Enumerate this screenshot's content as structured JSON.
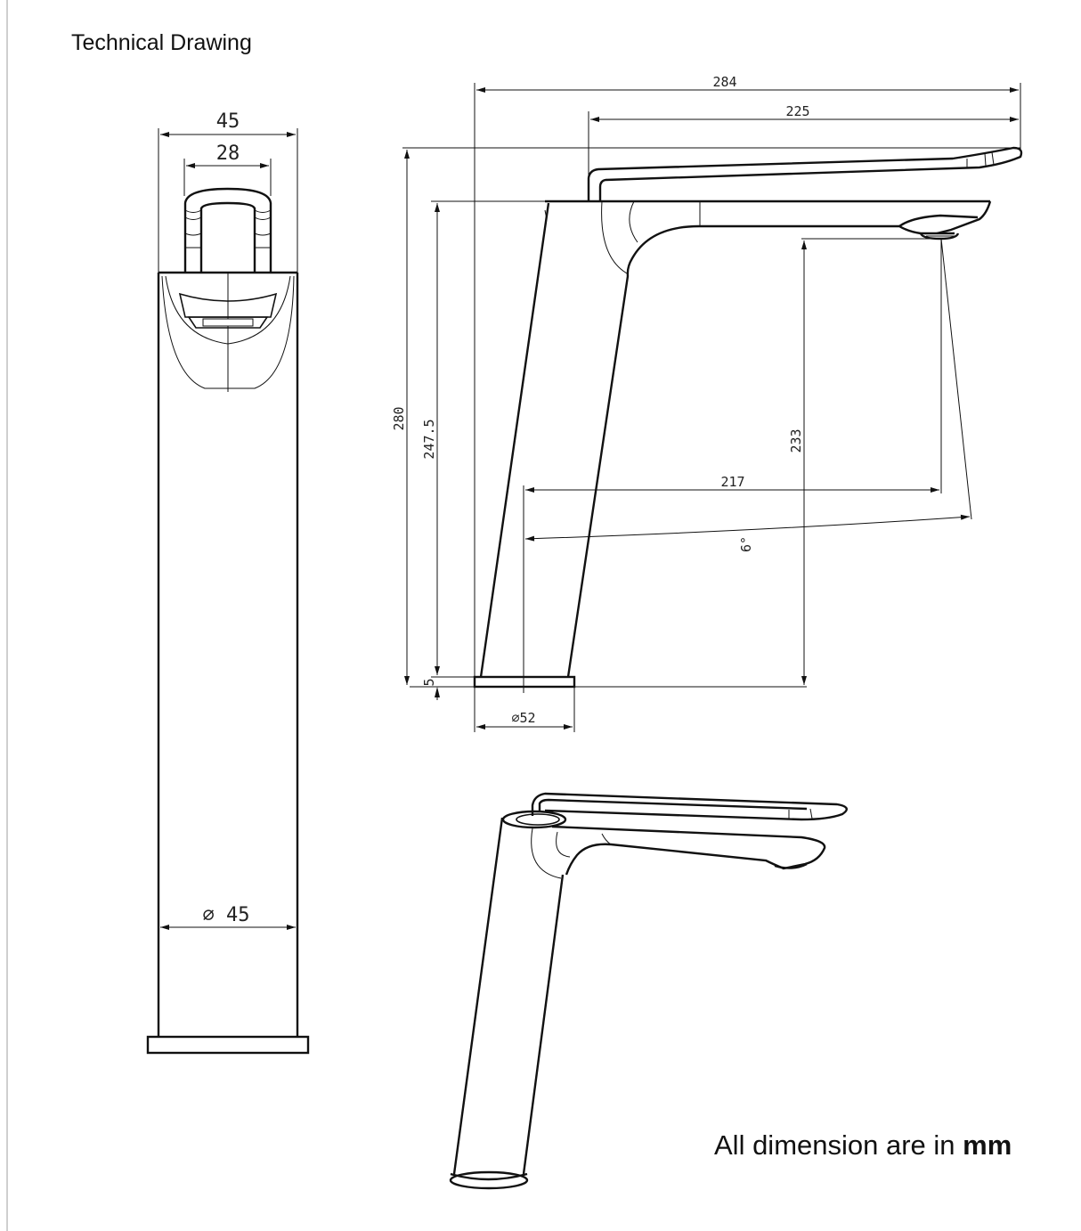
{
  "page": {
    "title": "Technical Drawing",
    "note_prefix": "All dimension are in ",
    "note_unit": "mm"
  },
  "front_view": {
    "dim_overall_width": "45",
    "dim_handle_width": "28",
    "dim_body_diameter": "⌀ 45"
  },
  "side_view": {
    "dim_overall_length": "284",
    "dim_handle_length": "225",
    "dim_total_height": "280",
    "dim_body_height": "247.5",
    "dim_spout_height": "233",
    "dim_spout_reach": "217",
    "dim_handle_angle": "6°",
    "dim_base_height": "5",
    "dim_base_diameter": "⌀52"
  },
  "colors": {
    "line": "#111111",
    "background": "#ffffff",
    "border": "#cfcfcf"
  }
}
